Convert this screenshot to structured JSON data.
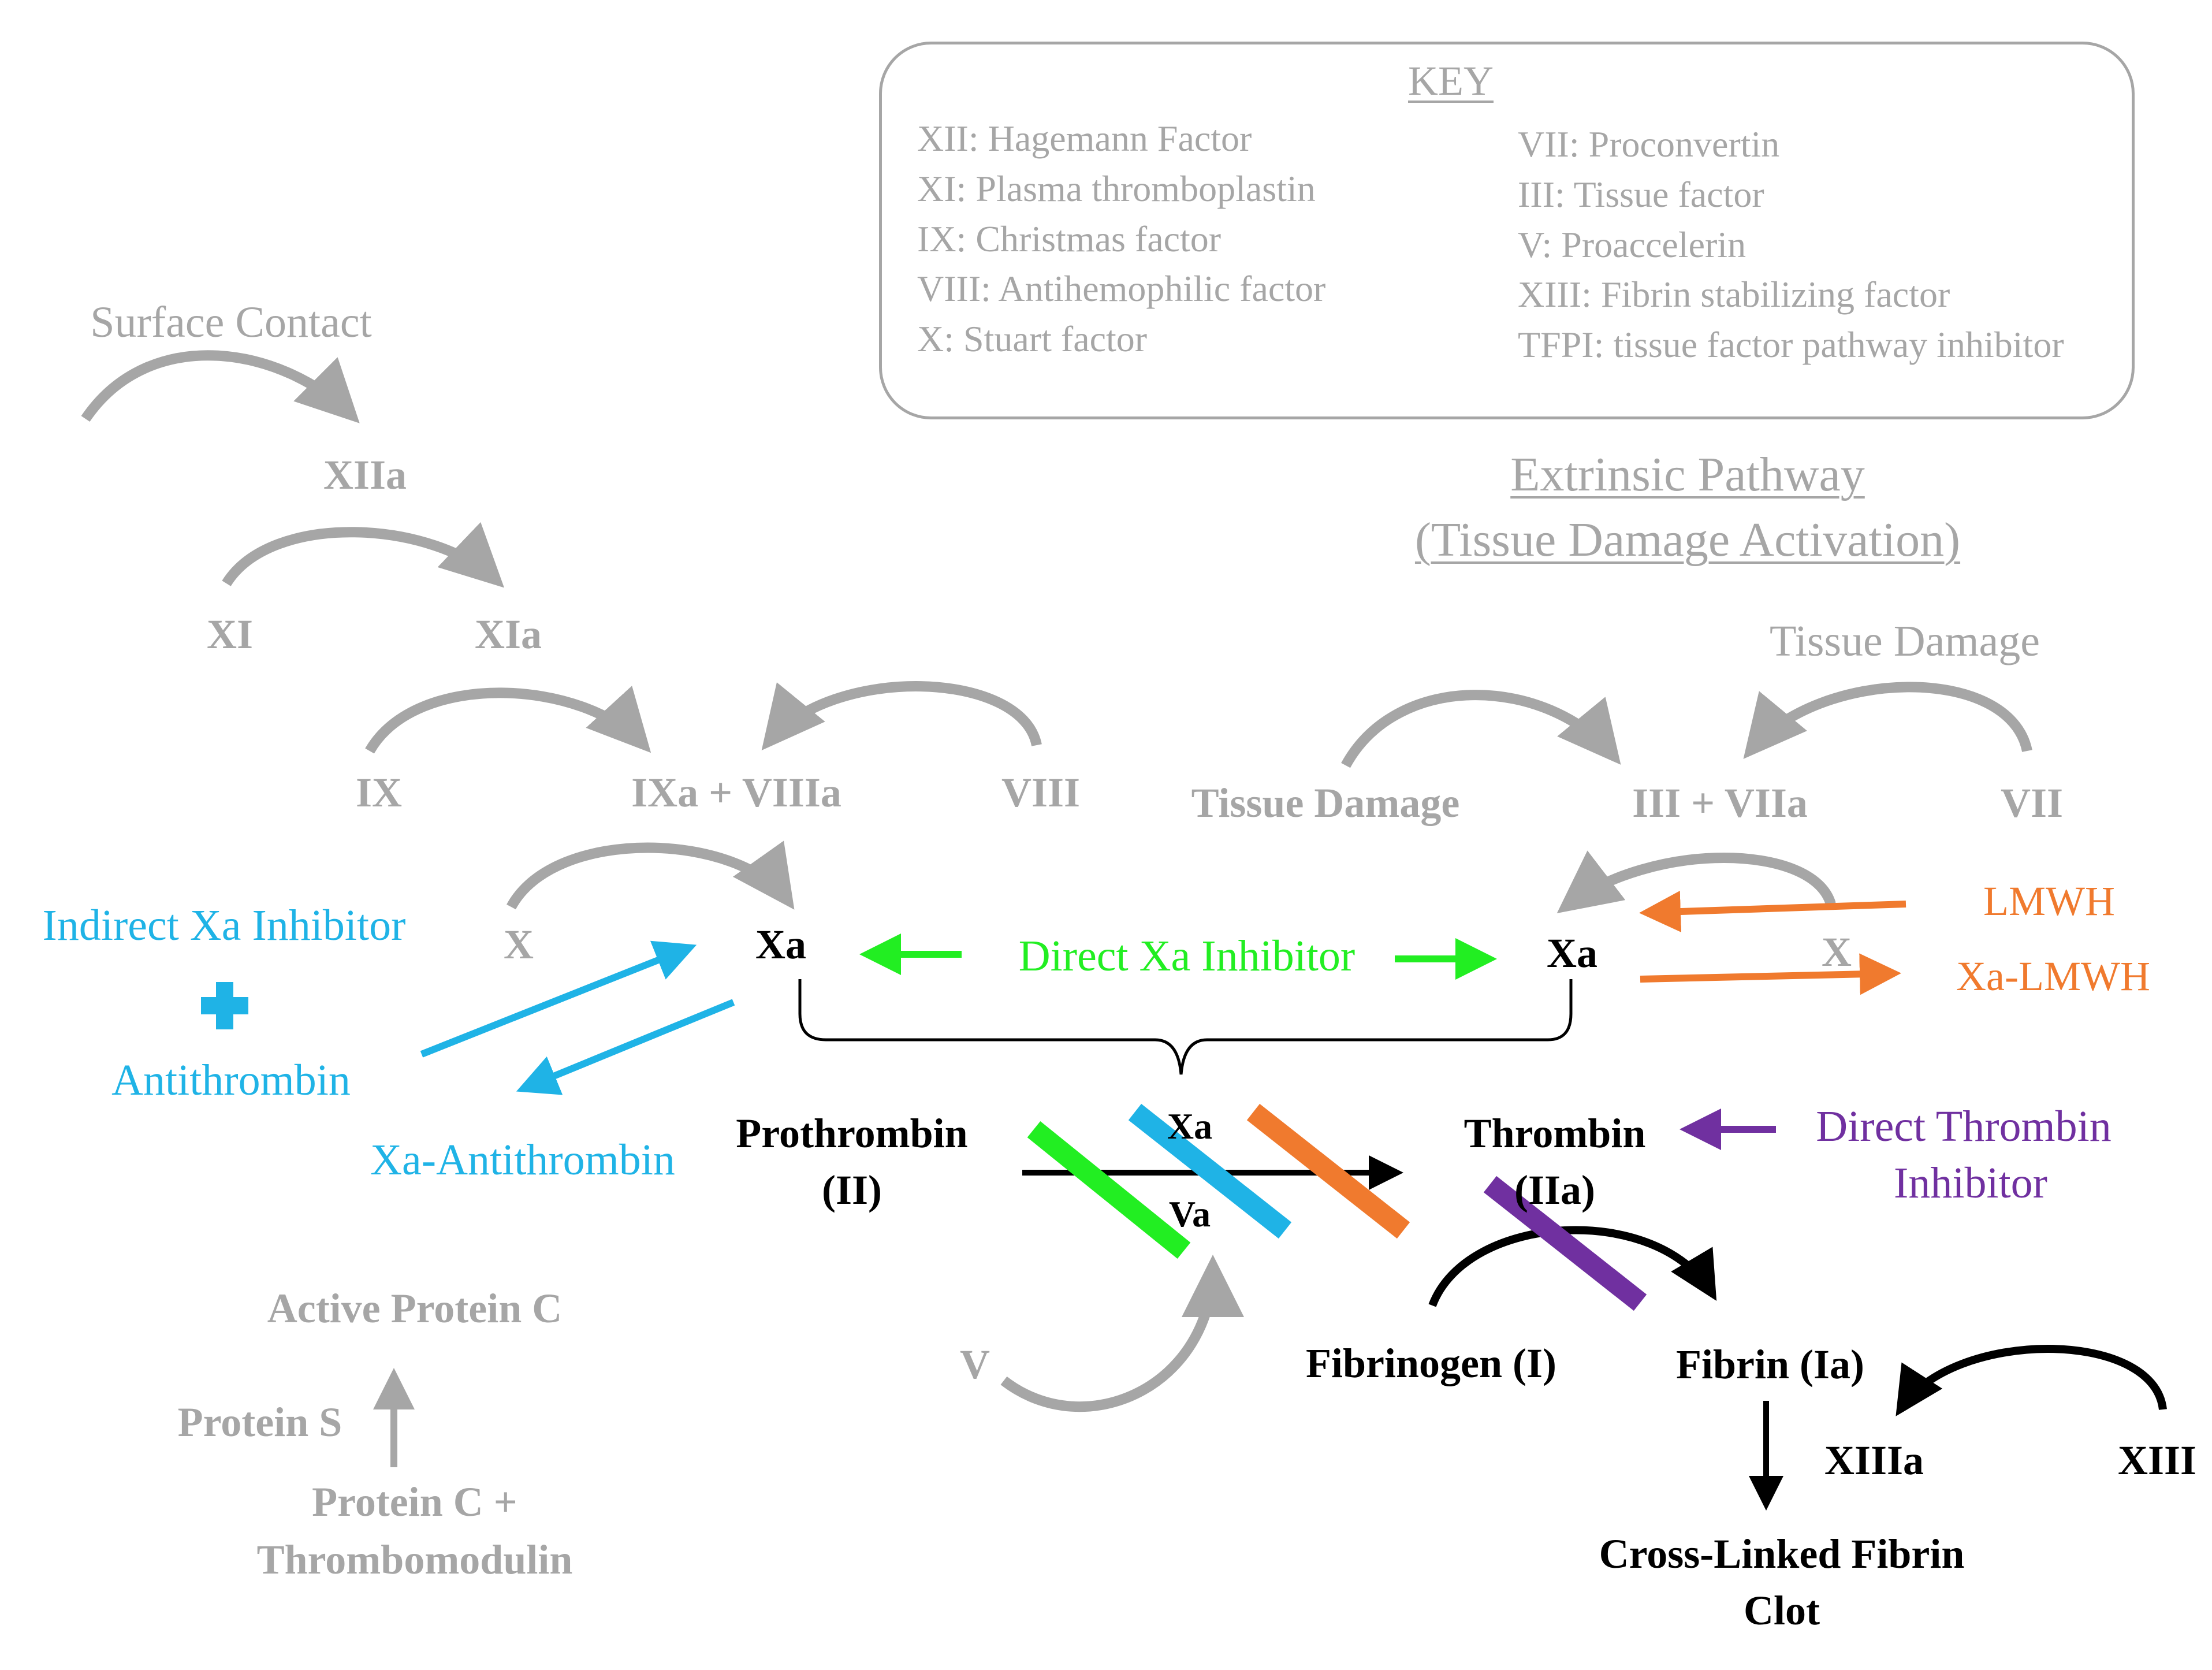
{
  "colors": {
    "grey": "#a6a6a6",
    "black": "#000000",
    "blue": "#1fb3e6",
    "green": "#22ee22",
    "orange": "#f07a2e",
    "purple": "#7030a0"
  },
  "key": {
    "title": "KEY",
    "left": [
      "XII: Hagemann Factor",
      "XI: Plasma thromboplastin",
      "IX: Christmas factor",
      "VIII: Antihemophilic factor",
      "X: Stuart factor"
    ],
    "right": [
      "VII: Proconvertin",
      "III: Tissue factor",
      "V: Proaccelerin",
      "XIII: Fibrin stabilizing factor",
      "TFPI: tissue factor pathway inhibitor"
    ]
  },
  "extrinsic": {
    "title": "Extrinsic Pathway",
    "subtitle": "(Tissue Damage Activation)"
  },
  "intrinsic": {
    "surface_contact": "Surface Contact",
    "xiia": "XIIa",
    "xi": "XI",
    "xia": "XIa",
    "ix": "IX",
    "ixa_viiia": "IXa + VIIIa",
    "viii": "VIII",
    "x": "X",
    "xa": "Xa"
  },
  "extrinsic_nodes": {
    "tissue_damage_top": "Tissue Damage",
    "tissue_damage": "Tissue Damage",
    "iii_viia": "III  +  VIIa",
    "vii": "VII",
    "xa": "Xa",
    "x": "X"
  },
  "inhibitors": {
    "indirect_xa": "Indirect Xa Inhibitor",
    "antithrombin": "Antithrombin",
    "xa_antithrombin": "Xa-Antithrombin",
    "direct_xa": "Direct Xa Inhibitor",
    "lmwh": "LMWH",
    "xa_lmwh": "Xa-LMWH",
    "direct_thrombin_1": "Direct Thrombin",
    "direct_thrombin_2": "Inhibitor"
  },
  "common": {
    "prothrombin_1": "Prothrombin",
    "prothrombin_2": "(II)",
    "xa_center": "Xa",
    "va_center": "Va",
    "v": "V",
    "thrombin_1": "Thrombin",
    "thrombin_2": "(IIa)",
    "fibrinogen": "Fibrinogen (I)",
    "fibrin": "Fibrin (Ia)",
    "xiiia": "XIIIa",
    "xiii": "XIII",
    "clot_1": "Cross-Linked Fibrin",
    "clot_2": "Clot"
  },
  "protein_c": {
    "active": "Active Protein C",
    "protein_s": "Protein S",
    "pc_1": "Protein C +",
    "pc_2": "Thrombomodulin"
  }
}
